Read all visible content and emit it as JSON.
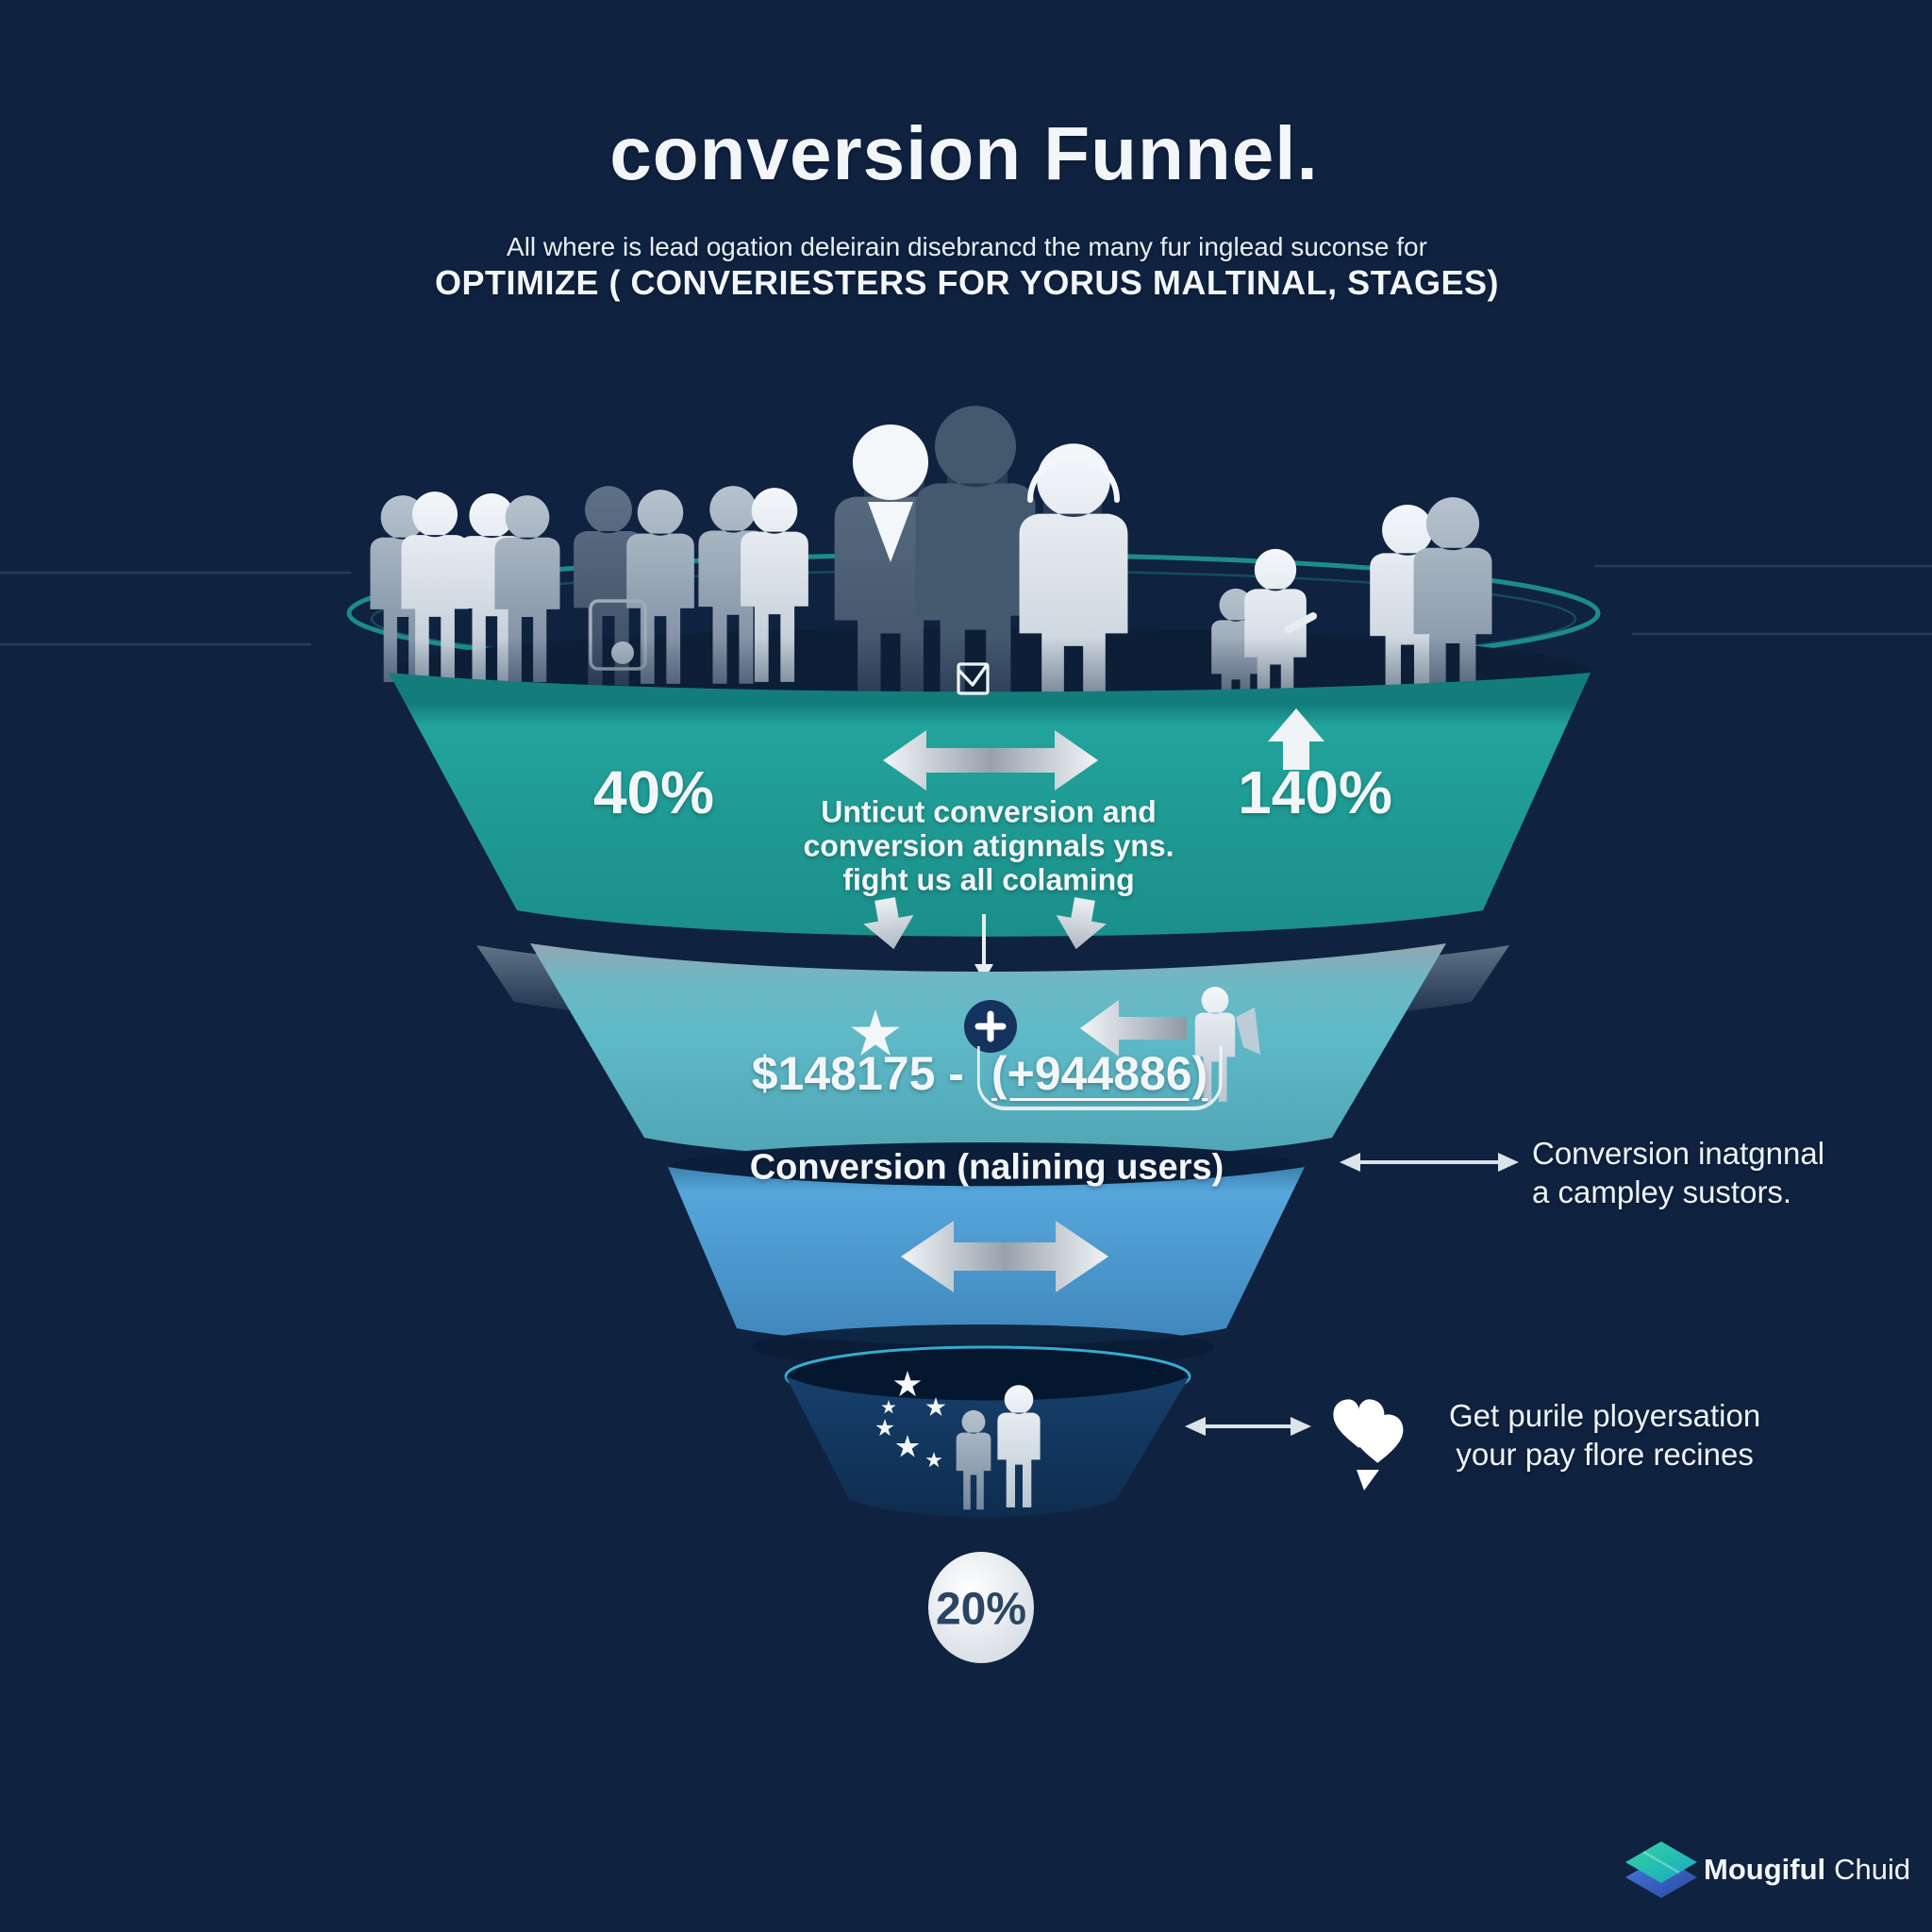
{
  "header": {
    "title": "conversion Funnel.",
    "subtitle_line1": "All where is lead ogation deleirain disebrancd the many fur inglead suconse for",
    "subtitle_line2": "OPTIMIZE ( CONVERIESTERS FOR YORUS MALTINAL, STAGES)"
  },
  "funnel": {
    "stage1": {
      "left_value": "40%",
      "right_value": "140%",
      "line1": "Unticut conversion and",
      "line2": "conversion atignnals yns.",
      "line3": "fight us all colaming",
      "color": "#1F9D97"
    },
    "stage2": {
      "amount_prefix": "$148175 -",
      "amount_circled": "(+944886)",
      "caption": "Conversion (nalining users)",
      "color": "#5EB9C7"
    },
    "stage3": {
      "color": "#4B9CD3"
    },
    "stage4": {
      "color": "#123A61",
      "result_value": "20%"
    }
  },
  "annotations": {
    "mid_right": {
      "line1": "Conversion inatgnnal",
      "line2": "a campley sustors."
    },
    "bottom_right": {
      "line1": "Get purile ployersation",
      "line2": "your pay flore recines"
    }
  },
  "footer": {
    "brand_bold": "Mougiful",
    "brand_regular": "Chuid"
  },
  "colors": {
    "background": "#0F2240",
    "stage1_teal": "#1F9D97",
    "stage2_cyan": "#5EB9C7",
    "stage3_blue": "#4B9CD3",
    "stage4_navy": "#123A61",
    "ring_teal": "#1C8C8A",
    "text_white": "#F2F6F9",
    "result_text_navy": "#2A4664"
  },
  "icons": {
    "audience": "people-audience-icons",
    "envelope": "envelope-check-icon",
    "up_arrow": "up-arrow-icon",
    "double_arrow": "double-arrow-icon",
    "down_arrows": "down-arrow-icons",
    "star": "star-icon",
    "plus": "plus-circle-icon",
    "traveler": "person-with-bag-icon",
    "hearts": "double-heart-icon",
    "brand_logo": "brand-diamond-icon"
  }
}
